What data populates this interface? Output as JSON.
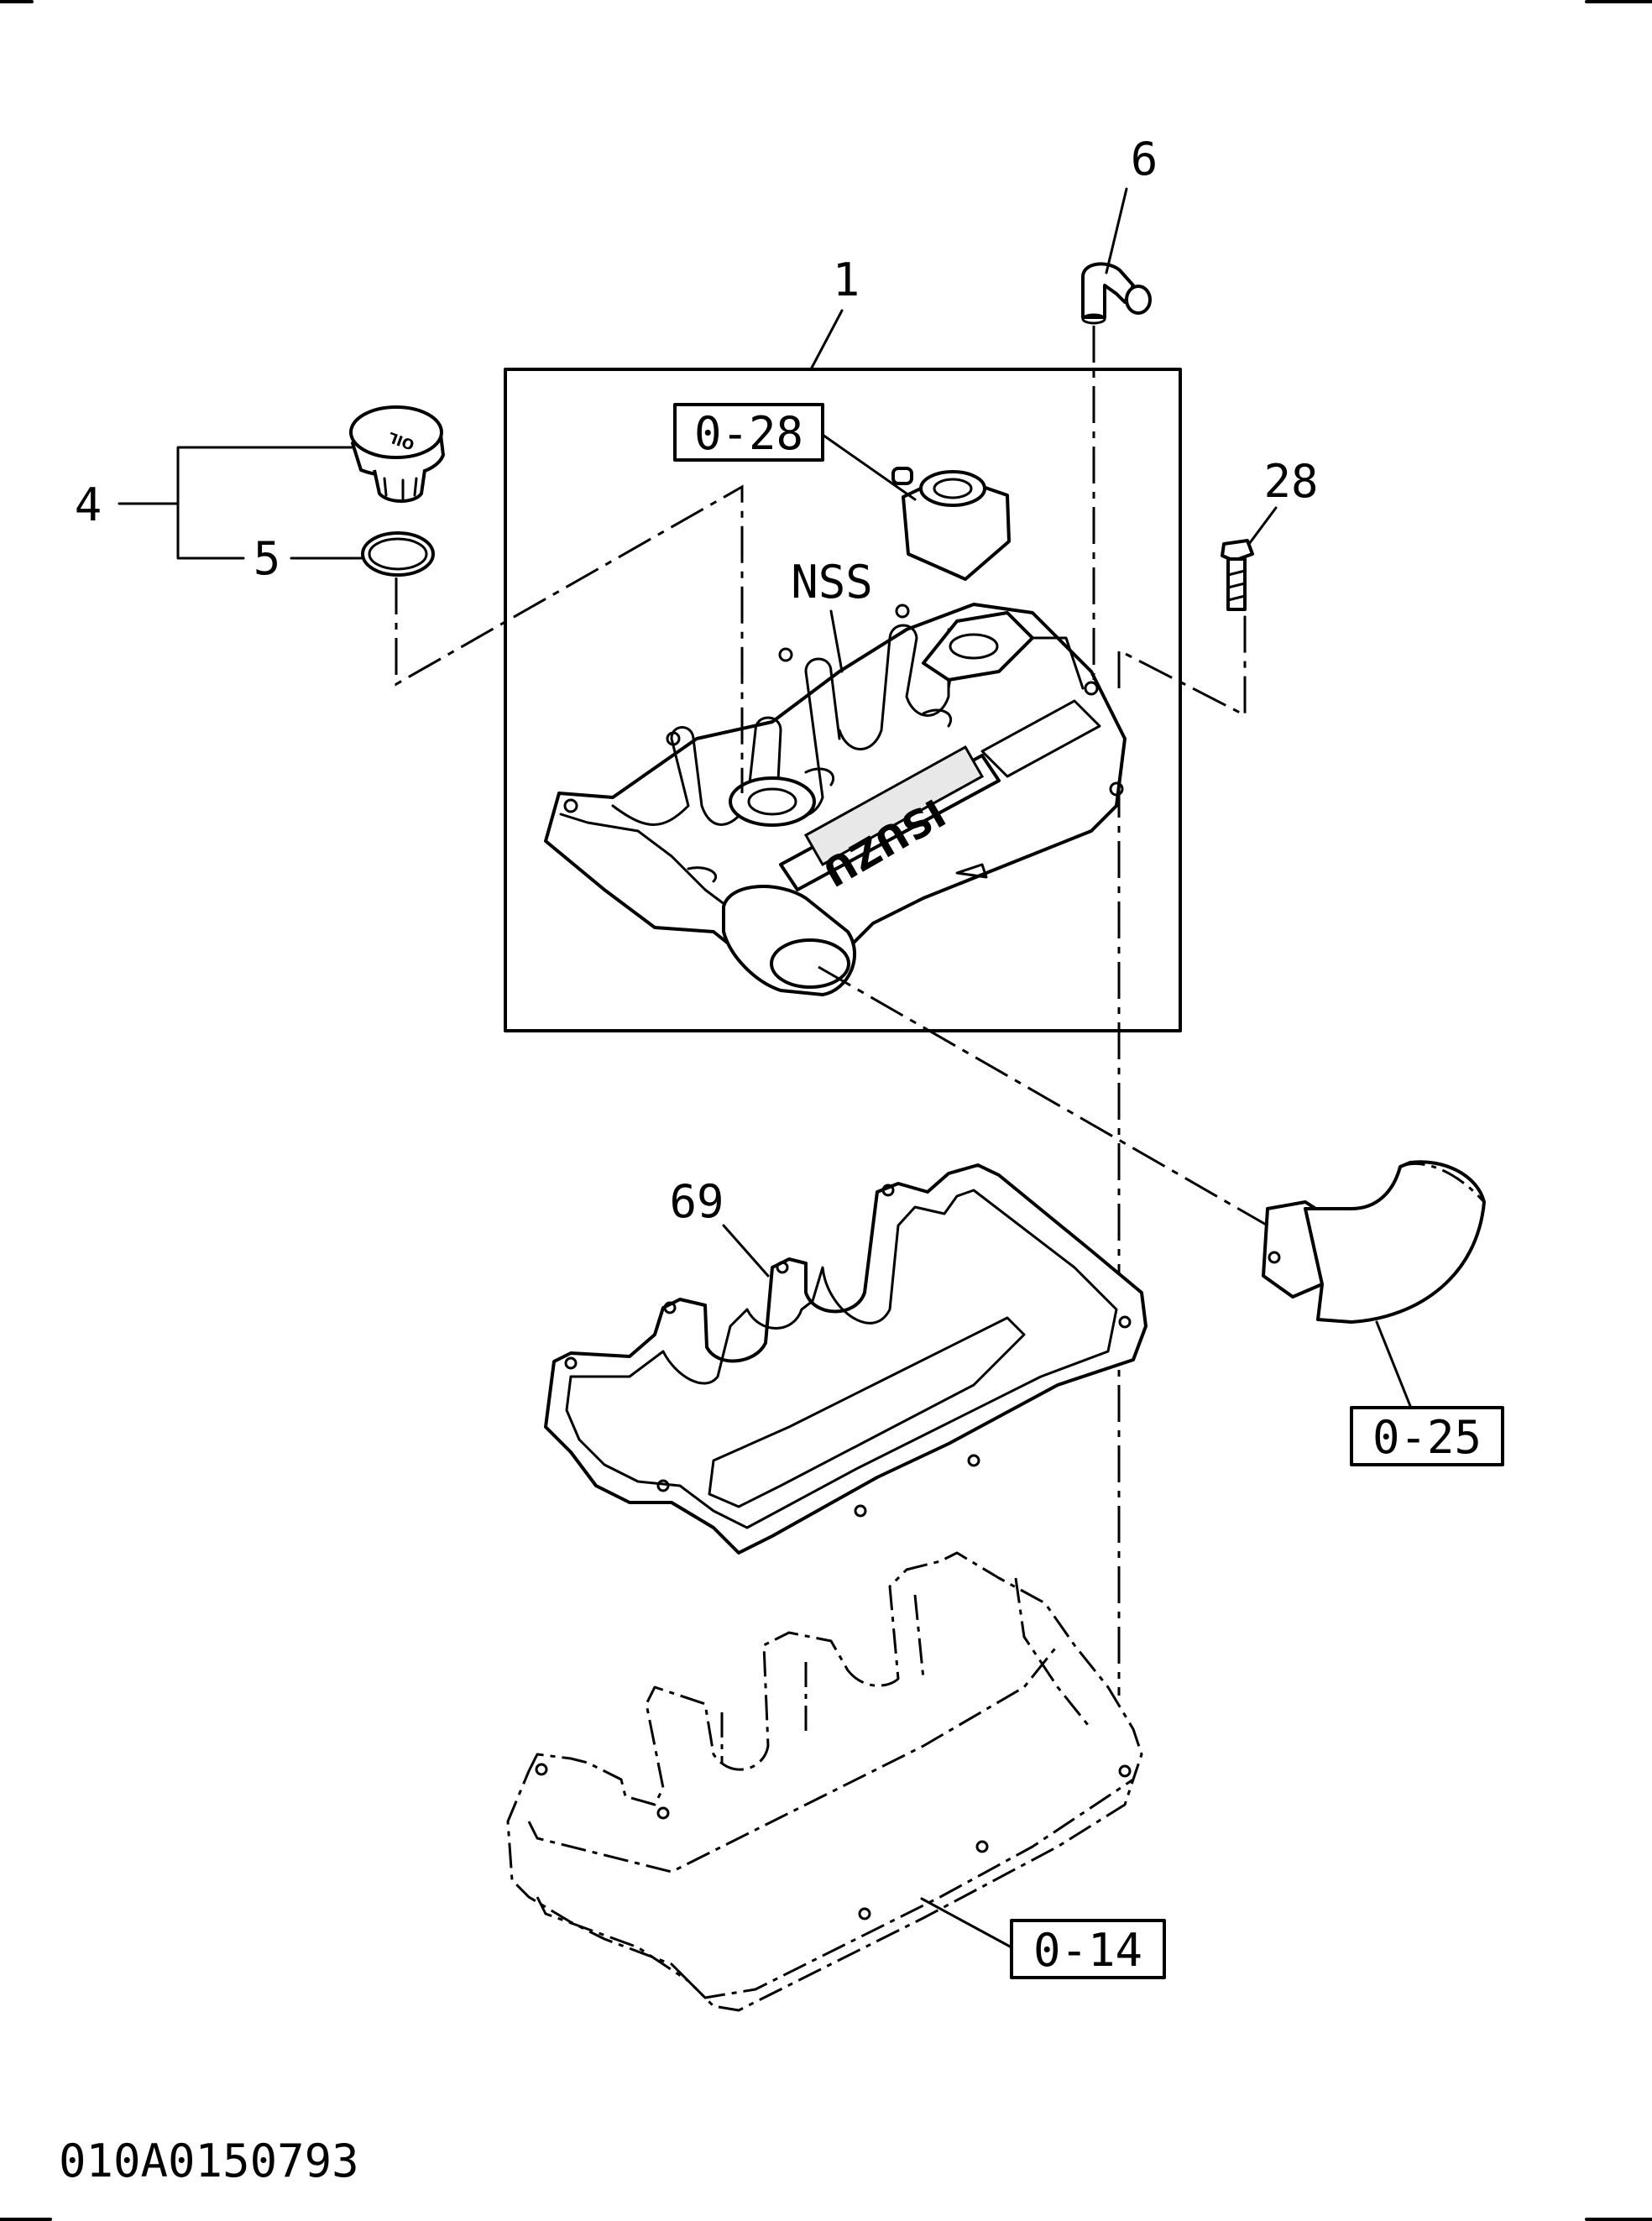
{
  "diagram": {
    "callouts": [
      {
        "id": "part-1",
        "text": "1"
      },
      {
        "id": "part-4",
        "text": "4"
      },
      {
        "id": "part-5",
        "text": "5"
      },
      {
        "id": "part-6",
        "text": "6"
      },
      {
        "id": "part-28",
        "text": "28"
      },
      {
        "id": "part-69",
        "text": "69"
      },
      {
        "id": "nss",
        "text": "NSS"
      }
    ],
    "references": [
      {
        "id": "ref-0-28",
        "text": "0-28"
      },
      {
        "id": "ref-0-25",
        "text": "0-25"
      },
      {
        "id": "ref-0-14",
        "text": "0-14"
      }
    ],
    "emblem": "ISUZU",
    "cap_marking": "OIL",
    "figure_code": "010A0150793"
  }
}
